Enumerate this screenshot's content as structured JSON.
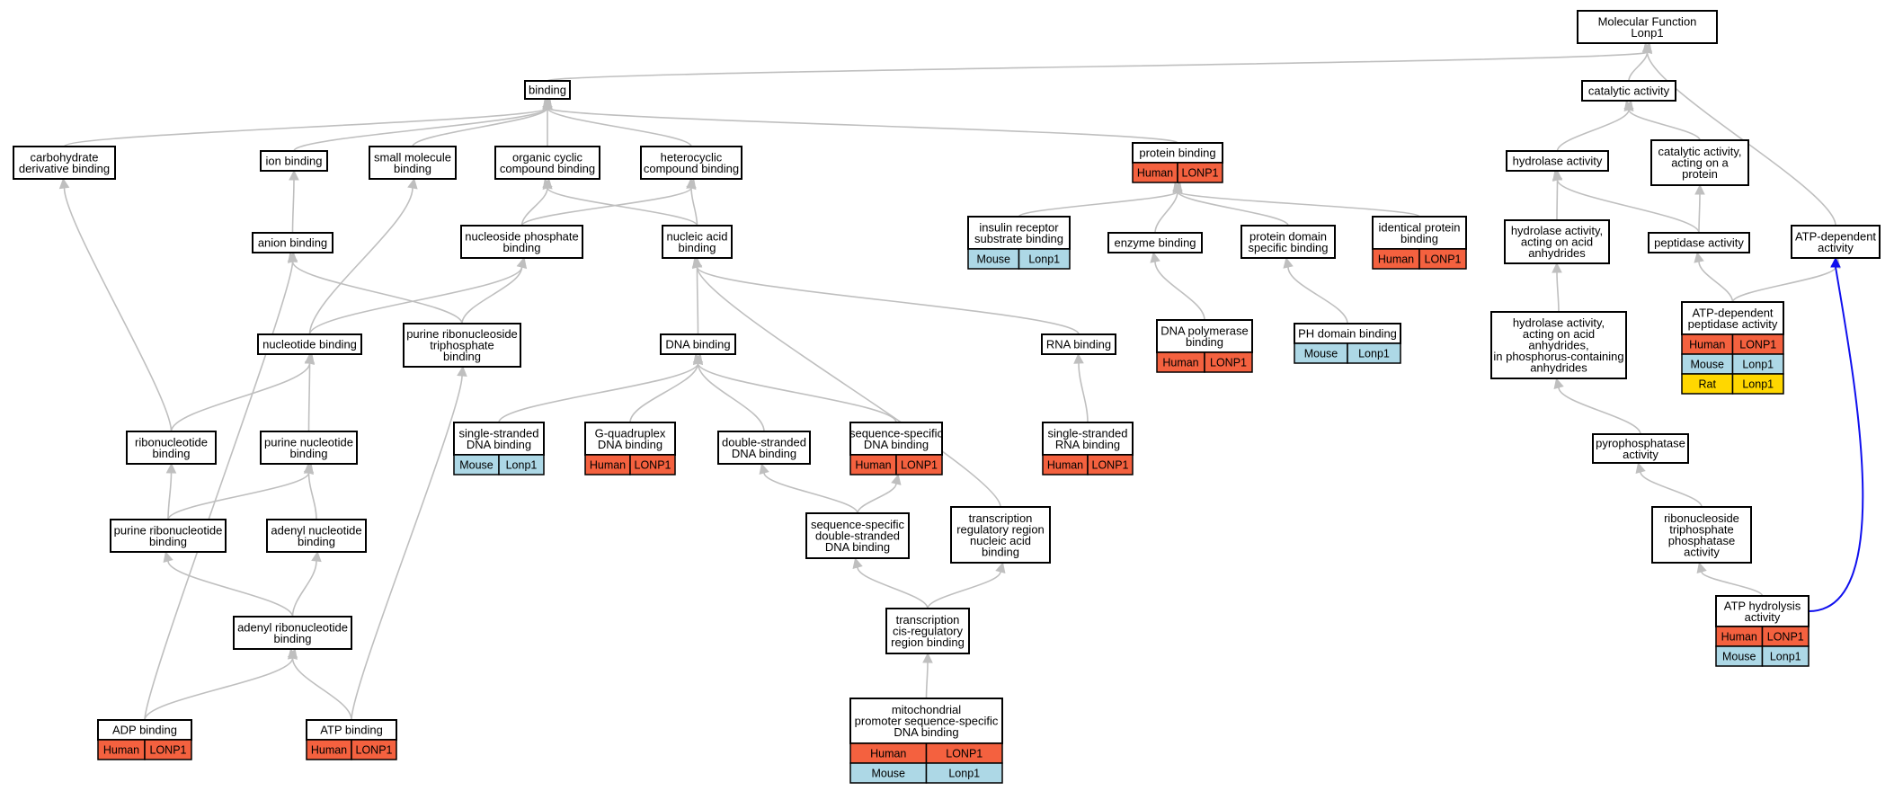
{
  "species_colors": {
    "Human": "#f4613f",
    "Mouse": "#add8e6",
    "Rat": "#ffd700"
  },
  "nodes": [
    {
      "id": "mf",
      "lines": [
        "Molecular Function",
        "Lonp1"
      ]
    },
    {
      "id": "binding",
      "lines": [
        "binding"
      ]
    },
    {
      "id": "catalytic",
      "lines": [
        "catalytic activity"
      ]
    },
    {
      "id": "carb",
      "lines": [
        "carbohydrate",
        "derivative binding"
      ]
    },
    {
      "id": "ion",
      "lines": [
        "ion binding"
      ]
    },
    {
      "id": "smallmol",
      "lines": [
        "small molecule",
        "binding"
      ]
    },
    {
      "id": "orgcyc",
      "lines": [
        "organic cyclic",
        "compound binding"
      ]
    },
    {
      "id": "hetero",
      "lines": [
        "heterocyclic",
        "compound binding"
      ]
    },
    {
      "id": "protein",
      "lines": [
        "protein binding"
      ],
      "annotations": [
        [
          "Human",
          "LONP1"
        ]
      ]
    },
    {
      "id": "hydrolase",
      "lines": [
        "hydrolase activity"
      ]
    },
    {
      "id": "catprot",
      "lines": [
        "catalytic activity,",
        "acting on a",
        "protein"
      ]
    },
    {
      "id": "anion",
      "lines": [
        "anion binding"
      ]
    },
    {
      "id": "nucphos",
      "lines": [
        "nucleoside phosphate",
        "binding"
      ]
    },
    {
      "id": "nucacid",
      "lines": [
        "nucleic acid",
        "binding"
      ]
    },
    {
      "id": "insulin",
      "lines": [
        "insulin receptor",
        "substrate binding"
      ],
      "annotations": [
        [
          "Mouse",
          "Lonp1"
        ]
      ]
    },
    {
      "id": "enzyme",
      "lines": [
        "enzyme binding"
      ]
    },
    {
      "id": "protdomain",
      "lines": [
        "protein domain",
        "specific binding"
      ]
    },
    {
      "id": "identical",
      "lines": [
        "identical protein",
        "binding"
      ],
      "annotations": [
        [
          "Human",
          "LONP1"
        ]
      ]
    },
    {
      "id": "hydanh",
      "lines": [
        "hydrolase activity,",
        "acting on acid",
        "anhydrides"
      ]
    },
    {
      "id": "peptidase",
      "lines": [
        "peptidase activity"
      ]
    },
    {
      "id": "atpdep",
      "lines": [
        "ATP-dependent",
        "activity"
      ]
    },
    {
      "id": "nucleotide",
      "lines": [
        "nucleotide binding"
      ]
    },
    {
      "id": "purribotri",
      "lines": [
        "purine ribonucleoside",
        "triphosphate",
        "binding"
      ]
    },
    {
      "id": "dna",
      "lines": [
        "DNA binding"
      ]
    },
    {
      "id": "rna",
      "lines": [
        "RNA binding"
      ]
    },
    {
      "id": "dnapol",
      "lines": [
        "DNA polymerase",
        "binding"
      ],
      "annotations": [
        [
          "Human",
          "LONP1"
        ]
      ]
    },
    {
      "id": "phdomain",
      "lines": [
        "PH domain binding"
      ],
      "annotations": [
        [
          "Mouse",
          "Lonp1"
        ]
      ]
    },
    {
      "id": "hydphos",
      "lines": [
        "hydrolase activity,",
        "acting on acid",
        "anhydrides,",
        "in phosphorus-containing",
        "anhydrides"
      ]
    },
    {
      "id": "atppep",
      "lines": [
        "ATP-dependent",
        "peptidase activity"
      ],
      "annotations": [
        [
          "Human",
          "LONP1"
        ],
        [
          "Mouse",
          "Lonp1"
        ],
        [
          "Rat",
          "Lonp1"
        ]
      ]
    },
    {
      "id": "ribonuc",
      "lines": [
        "ribonucleotide",
        "binding"
      ]
    },
    {
      "id": "purnuc",
      "lines": [
        "purine nucleotide",
        "binding"
      ]
    },
    {
      "id": "ssdna",
      "lines": [
        "single-stranded",
        "DNA binding"
      ],
      "annotations": [
        [
          "Mouse",
          "Lonp1"
        ]
      ]
    },
    {
      "id": "g4",
      "lines": [
        "G-quadruplex",
        "DNA binding"
      ],
      "annotations": [
        [
          "Human",
          "LONP1"
        ]
      ]
    },
    {
      "id": "dsdna",
      "lines": [
        "double-stranded",
        "DNA binding"
      ]
    },
    {
      "id": "seqdna",
      "lines": [
        "sequence-specific",
        "DNA binding"
      ],
      "annotations": [
        [
          "Human",
          "LONP1"
        ]
      ]
    },
    {
      "id": "ssrna",
      "lines": [
        "single-stranded",
        "RNA binding"
      ],
      "annotations": [
        [
          "Human",
          "LONP1"
        ]
      ]
    },
    {
      "id": "pyrophos",
      "lines": [
        "pyrophosphatase",
        "activity"
      ]
    },
    {
      "id": "purribo",
      "lines": [
        "purine ribonucleotide",
        "binding"
      ]
    },
    {
      "id": "adenyl",
      "lines": [
        "adenyl nucleotide",
        "binding"
      ]
    },
    {
      "id": "seqds",
      "lines": [
        "sequence-specific",
        "double-stranded",
        "DNA binding"
      ]
    },
    {
      "id": "tregion",
      "lines": [
        "transcription",
        "regulatory region",
        "nucleic acid",
        "binding"
      ]
    },
    {
      "id": "ribotri",
      "lines": [
        "ribonucleoside",
        "triphosphate",
        "phosphatase",
        "activity"
      ]
    },
    {
      "id": "adenylribo",
      "lines": [
        "adenyl ribonucleotide",
        "binding"
      ]
    },
    {
      "id": "tcis",
      "lines": [
        "transcription",
        "cis-regulatory",
        "region binding"
      ]
    },
    {
      "id": "atphyd",
      "lines": [
        "ATP hydrolysis",
        "activity"
      ],
      "annotations": [
        [
          "Human",
          "LONP1"
        ],
        [
          "Mouse",
          "Lonp1"
        ]
      ]
    },
    {
      "id": "adp",
      "lines": [
        "ADP binding"
      ],
      "annotations": [
        [
          "Human",
          "LONP1"
        ]
      ]
    },
    {
      "id": "atp",
      "lines": [
        "ATP binding"
      ],
      "annotations": [
        [
          "Human",
          "LONP1"
        ]
      ]
    },
    {
      "id": "mito",
      "lines": [
        "mitochondrial",
        "promoter sequence-specific",
        "DNA binding"
      ],
      "annotations": [
        [
          "Human",
          "LONP1"
        ],
        [
          "Mouse",
          "Lonp1"
        ]
      ]
    }
  ],
  "edges": [
    {
      "from": "binding",
      "to": "mf"
    },
    {
      "from": "catalytic",
      "to": "mf"
    },
    {
      "from": "atpdep",
      "to": "mf"
    },
    {
      "from": "carb",
      "to": "binding"
    },
    {
      "from": "ion",
      "to": "binding"
    },
    {
      "from": "smallmol",
      "to": "binding"
    },
    {
      "from": "orgcyc",
      "to": "binding"
    },
    {
      "from": "hetero",
      "to": "binding"
    },
    {
      "from": "protein",
      "to": "binding"
    },
    {
      "from": "hydrolase",
      "to": "catalytic"
    },
    {
      "from": "catprot",
      "to": "catalytic"
    },
    {
      "from": "anion",
      "to": "ion"
    },
    {
      "from": "nucphos",
      "to": "orgcyc"
    },
    {
      "from": "nucphos",
      "to": "hetero"
    },
    {
      "from": "nucacid",
      "to": "orgcyc"
    },
    {
      "from": "nucacid",
      "to": "hetero"
    },
    {
      "from": "insulin",
      "to": "protein"
    },
    {
      "from": "enzyme",
      "to": "protein"
    },
    {
      "from": "protdomain",
      "to": "protein"
    },
    {
      "from": "identical",
      "to": "protein"
    },
    {
      "from": "hydanh",
      "to": "hydrolase"
    },
    {
      "from": "peptidase",
      "to": "hydrolase"
    },
    {
      "from": "peptidase",
      "to": "catprot"
    },
    {
      "from": "nucleotide",
      "to": "smallmol"
    },
    {
      "from": "nucleotide",
      "to": "nucphos"
    },
    {
      "from": "purribotri",
      "to": "anion"
    },
    {
      "from": "purribotri",
      "to": "nucphos"
    },
    {
      "from": "dna",
      "to": "nucacid"
    },
    {
      "from": "rna",
      "to": "nucacid"
    },
    {
      "from": "dnapol",
      "to": "enzyme"
    },
    {
      "from": "phdomain",
      "to": "protdomain"
    },
    {
      "from": "hydphos",
      "to": "hydanh"
    },
    {
      "from": "atppep",
      "to": "peptidase"
    },
    {
      "from": "atppep",
      "to": "atpdep"
    },
    {
      "from": "ribonuc",
      "to": "carb"
    },
    {
      "from": "ribonuc",
      "to": "nucleotide"
    },
    {
      "from": "purnuc",
      "to": "nucleotide"
    },
    {
      "from": "ssdna",
      "to": "dna"
    },
    {
      "from": "g4",
      "to": "dna"
    },
    {
      "from": "dsdna",
      "to": "dna"
    },
    {
      "from": "seqdna",
      "to": "dna"
    },
    {
      "from": "ssrna",
      "to": "rna"
    },
    {
      "from": "pyrophos",
      "to": "hydphos"
    },
    {
      "from": "purribo",
      "to": "ribonuc"
    },
    {
      "from": "purribo",
      "to": "purnuc"
    },
    {
      "from": "adenyl",
      "to": "purnuc"
    },
    {
      "from": "seqds",
      "to": "dsdna"
    },
    {
      "from": "seqds",
      "to": "seqdna"
    },
    {
      "from": "tregion",
      "to": "nucacid"
    },
    {
      "from": "ribotri",
      "to": "pyrophos"
    },
    {
      "from": "adenylribo",
      "to": "purribo"
    },
    {
      "from": "adenylribo",
      "to": "adenyl"
    },
    {
      "from": "tcis",
      "to": "seqds"
    },
    {
      "from": "tcis",
      "to": "tregion"
    },
    {
      "from": "atphyd",
      "to": "ribotri"
    },
    {
      "from": "atphyd",
      "to": "atpdep",
      "highlight": true
    },
    {
      "from": "adp",
      "to": "anion"
    },
    {
      "from": "adp",
      "to": "adenylribo"
    },
    {
      "from": "atp",
      "to": "adenylribo"
    },
    {
      "from": "atp",
      "to": "purribotri"
    },
    {
      "from": "mito",
      "to": "tcis"
    }
  ]
}
